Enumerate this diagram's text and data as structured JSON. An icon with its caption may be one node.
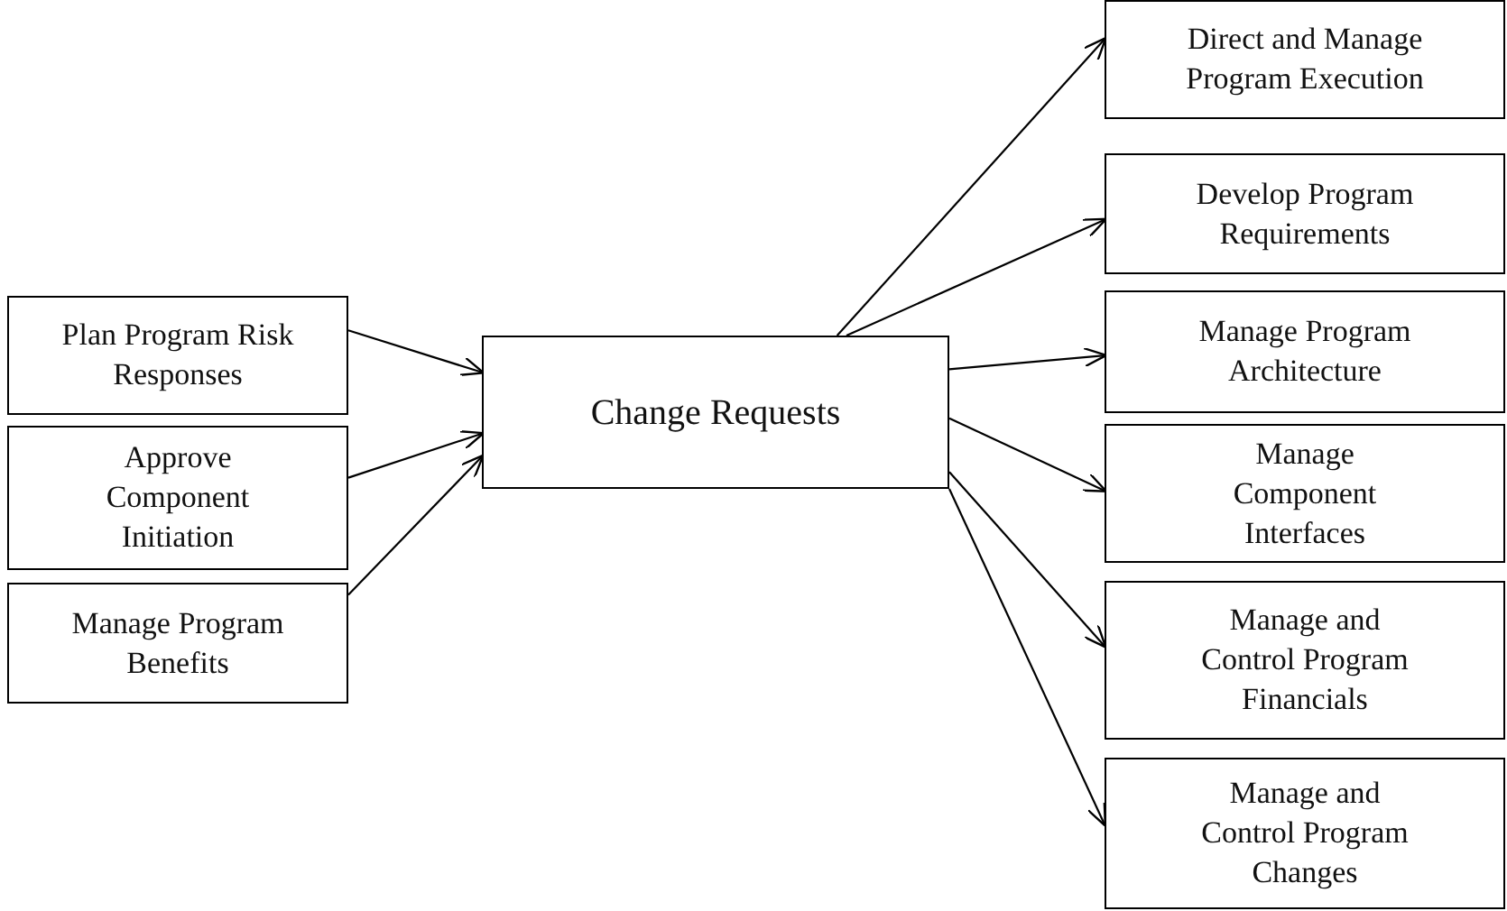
{
  "diagram": {
    "nodes": [
      {
        "text": [
          "Plan Program Risk Responses"
        ]
      },
      {
        "text": [
          "Approve Component Initiation"
        ]
      },
      {
        "text": [
          "Manage Program Benefits"
        ]
      },
      {
        "text": [
          "Change Requests"
        ]
      },
      {
        "text": [
          "Direct and Manage Program Execution"
        ]
      },
      {
        "text": [
          "Develop Program Requirements"
        ]
      },
      {
        "text": [
          "Manage Program Architecture"
        ]
      },
      {
        "text": [
          "Manage Component Interfaces"
        ]
      },
      {
        "text": [
          "Manage and Control Program Financials"
        ]
      },
      {
        "text": [
          "Manage and Control Program Changes"
        ]
      }
    ],
    "edges": [
      {
        "from": 0,
        "to": 3,
        "arrow": "to"
      },
      {
        "from": 1,
        "to": 3,
        "arrow": "to"
      },
      {
        "from": 2,
        "to": 3,
        "arrow": "to"
      },
      {
        "from": 3,
        "to": 4,
        "arrow": "to"
      },
      {
        "from": 3,
        "to": 5,
        "arrow": "to"
      },
      {
        "from": 3,
        "to": 6,
        "arrow": "to"
      },
      {
        "from": 3,
        "to": 7,
        "arrow": "to"
      },
      {
        "from": 3,
        "to": 8,
        "arrow": "to"
      },
      {
        "from": 3,
        "to": 9,
        "arrow": "to"
      }
    ]
  }
}
